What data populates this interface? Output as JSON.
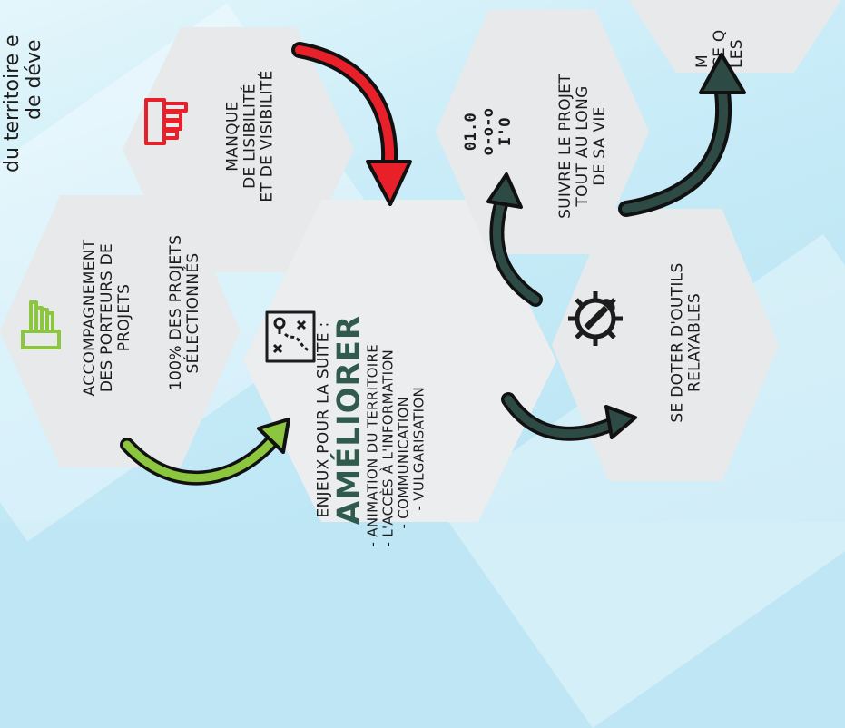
{
  "top_text": [
    "du territoire e",
    "de déve"
  ],
  "hex_accompagnement": {
    "lines": [
      "ACCOMPAGNEMENT",
      "DES PORTEURS DE",
      "PROJETS"
    ],
    "sub_lines": [
      "100% DES PROJETS",
      "SÉLECTIONNÉS"
    ]
  },
  "hex_manque": {
    "lines": [
      "MANQUE",
      "DE LISIBILITÉ",
      "ET DE VISIBILITÉ"
    ]
  },
  "hex_center": {
    "title": "ENJEUX POUR LA SUITE :",
    "big": "AMÉLIORER",
    "items": [
      "- ANIMATION DU TERRITOIRE",
      "- L'ACCÈS À L'INFORMATION",
      "- COMMUNICATION",
      "- VULGARISATION"
    ]
  },
  "hex_suivre": {
    "lines": [
      "SUIVRE LE PROJET",
      "TOUT AU LONG",
      "DE SA VIE"
    ]
  },
  "hex_outils": {
    "lines": [
      "SE DOTER D'OUTILS",
      "RELAYABLES"
    ]
  },
  "hex_partial": {
    "lines": [
      "M",
      "CE Q",
      "LES"
    ]
  },
  "binary_icon_text": [
    "01.0",
    "o-o-o",
    "I'O"
  ],
  "colors": {
    "green": "#8cc63f",
    "red": "#e8202a",
    "dark_teal": "#2d4a45",
    "hex_gray": "#e7e9ea"
  }
}
